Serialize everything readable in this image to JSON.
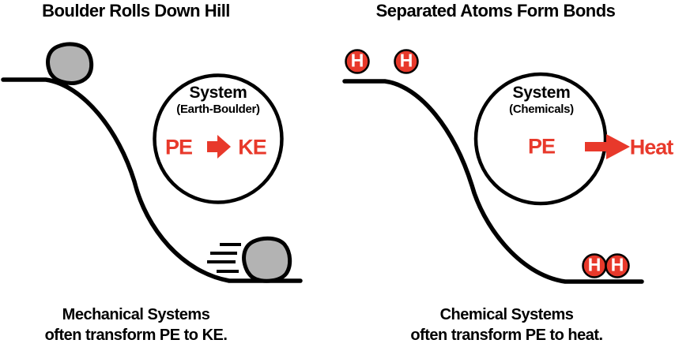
{
  "colors": {
    "accent_red": "#e8392b",
    "boulder_gray": "#b3b3b3",
    "ink": "#000000",
    "background": "#ffffff"
  },
  "left_panel": {
    "title": "Boulder Rolls Down Hill",
    "system": {
      "title": "System",
      "subtitle": "(Earth-Boulder)",
      "energy_from": "PE",
      "energy_to": "KE"
    },
    "caption_line1": "Mechanical Systems",
    "caption_line2": "often transform PE to KE."
  },
  "right_panel": {
    "title": "Separated Atoms Form Bonds",
    "system": {
      "title": "System",
      "subtitle": "(Chemicals)",
      "energy_from": "PE",
      "energy_to": "Heat"
    },
    "atoms_top": [
      "H",
      "H"
    ],
    "atoms_bottom": [
      "H",
      "H"
    ],
    "caption_line1": "Chemical Systems",
    "caption_line2": "often transform PE to heat."
  }
}
